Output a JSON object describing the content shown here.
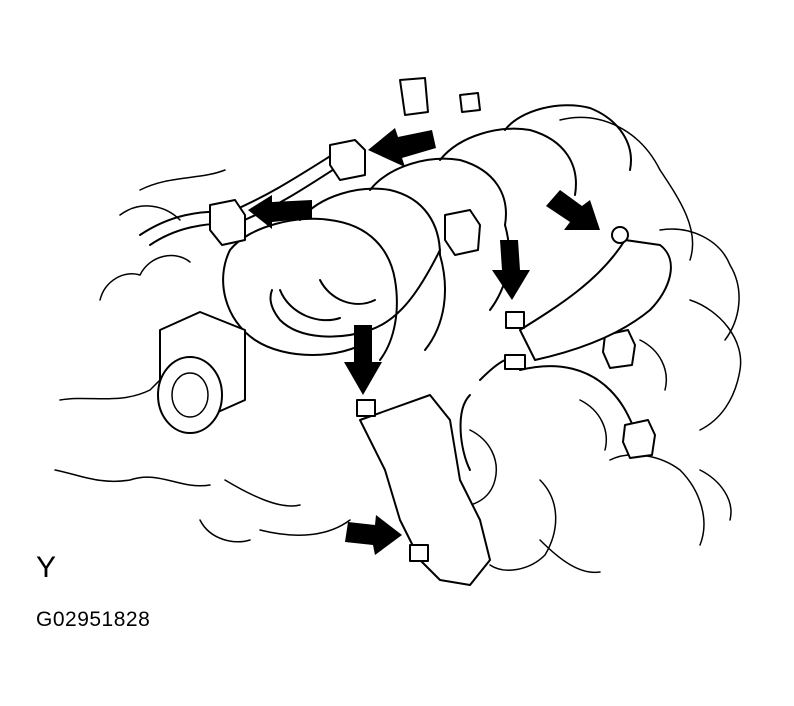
{
  "figure": {
    "view_label": "Y",
    "figure_id": "G02951828"
  },
  "colors": {
    "line": "#000000",
    "background": "#ffffff",
    "arrow": "#000000"
  },
  "arrows": [
    {
      "id": "upper-left",
      "direction": "left"
    },
    {
      "id": "upper-middle",
      "direction": "left"
    },
    {
      "id": "upper-right",
      "direction": "down-right"
    },
    {
      "id": "center-right",
      "direction": "down"
    },
    {
      "id": "center-left",
      "direction": "down"
    },
    {
      "id": "lower",
      "direction": "right"
    }
  ],
  "bolts": [
    "bolt-top",
    "bolt-center",
    "bolt-right",
    "bolt-lower-left",
    "bolt-lower"
  ]
}
